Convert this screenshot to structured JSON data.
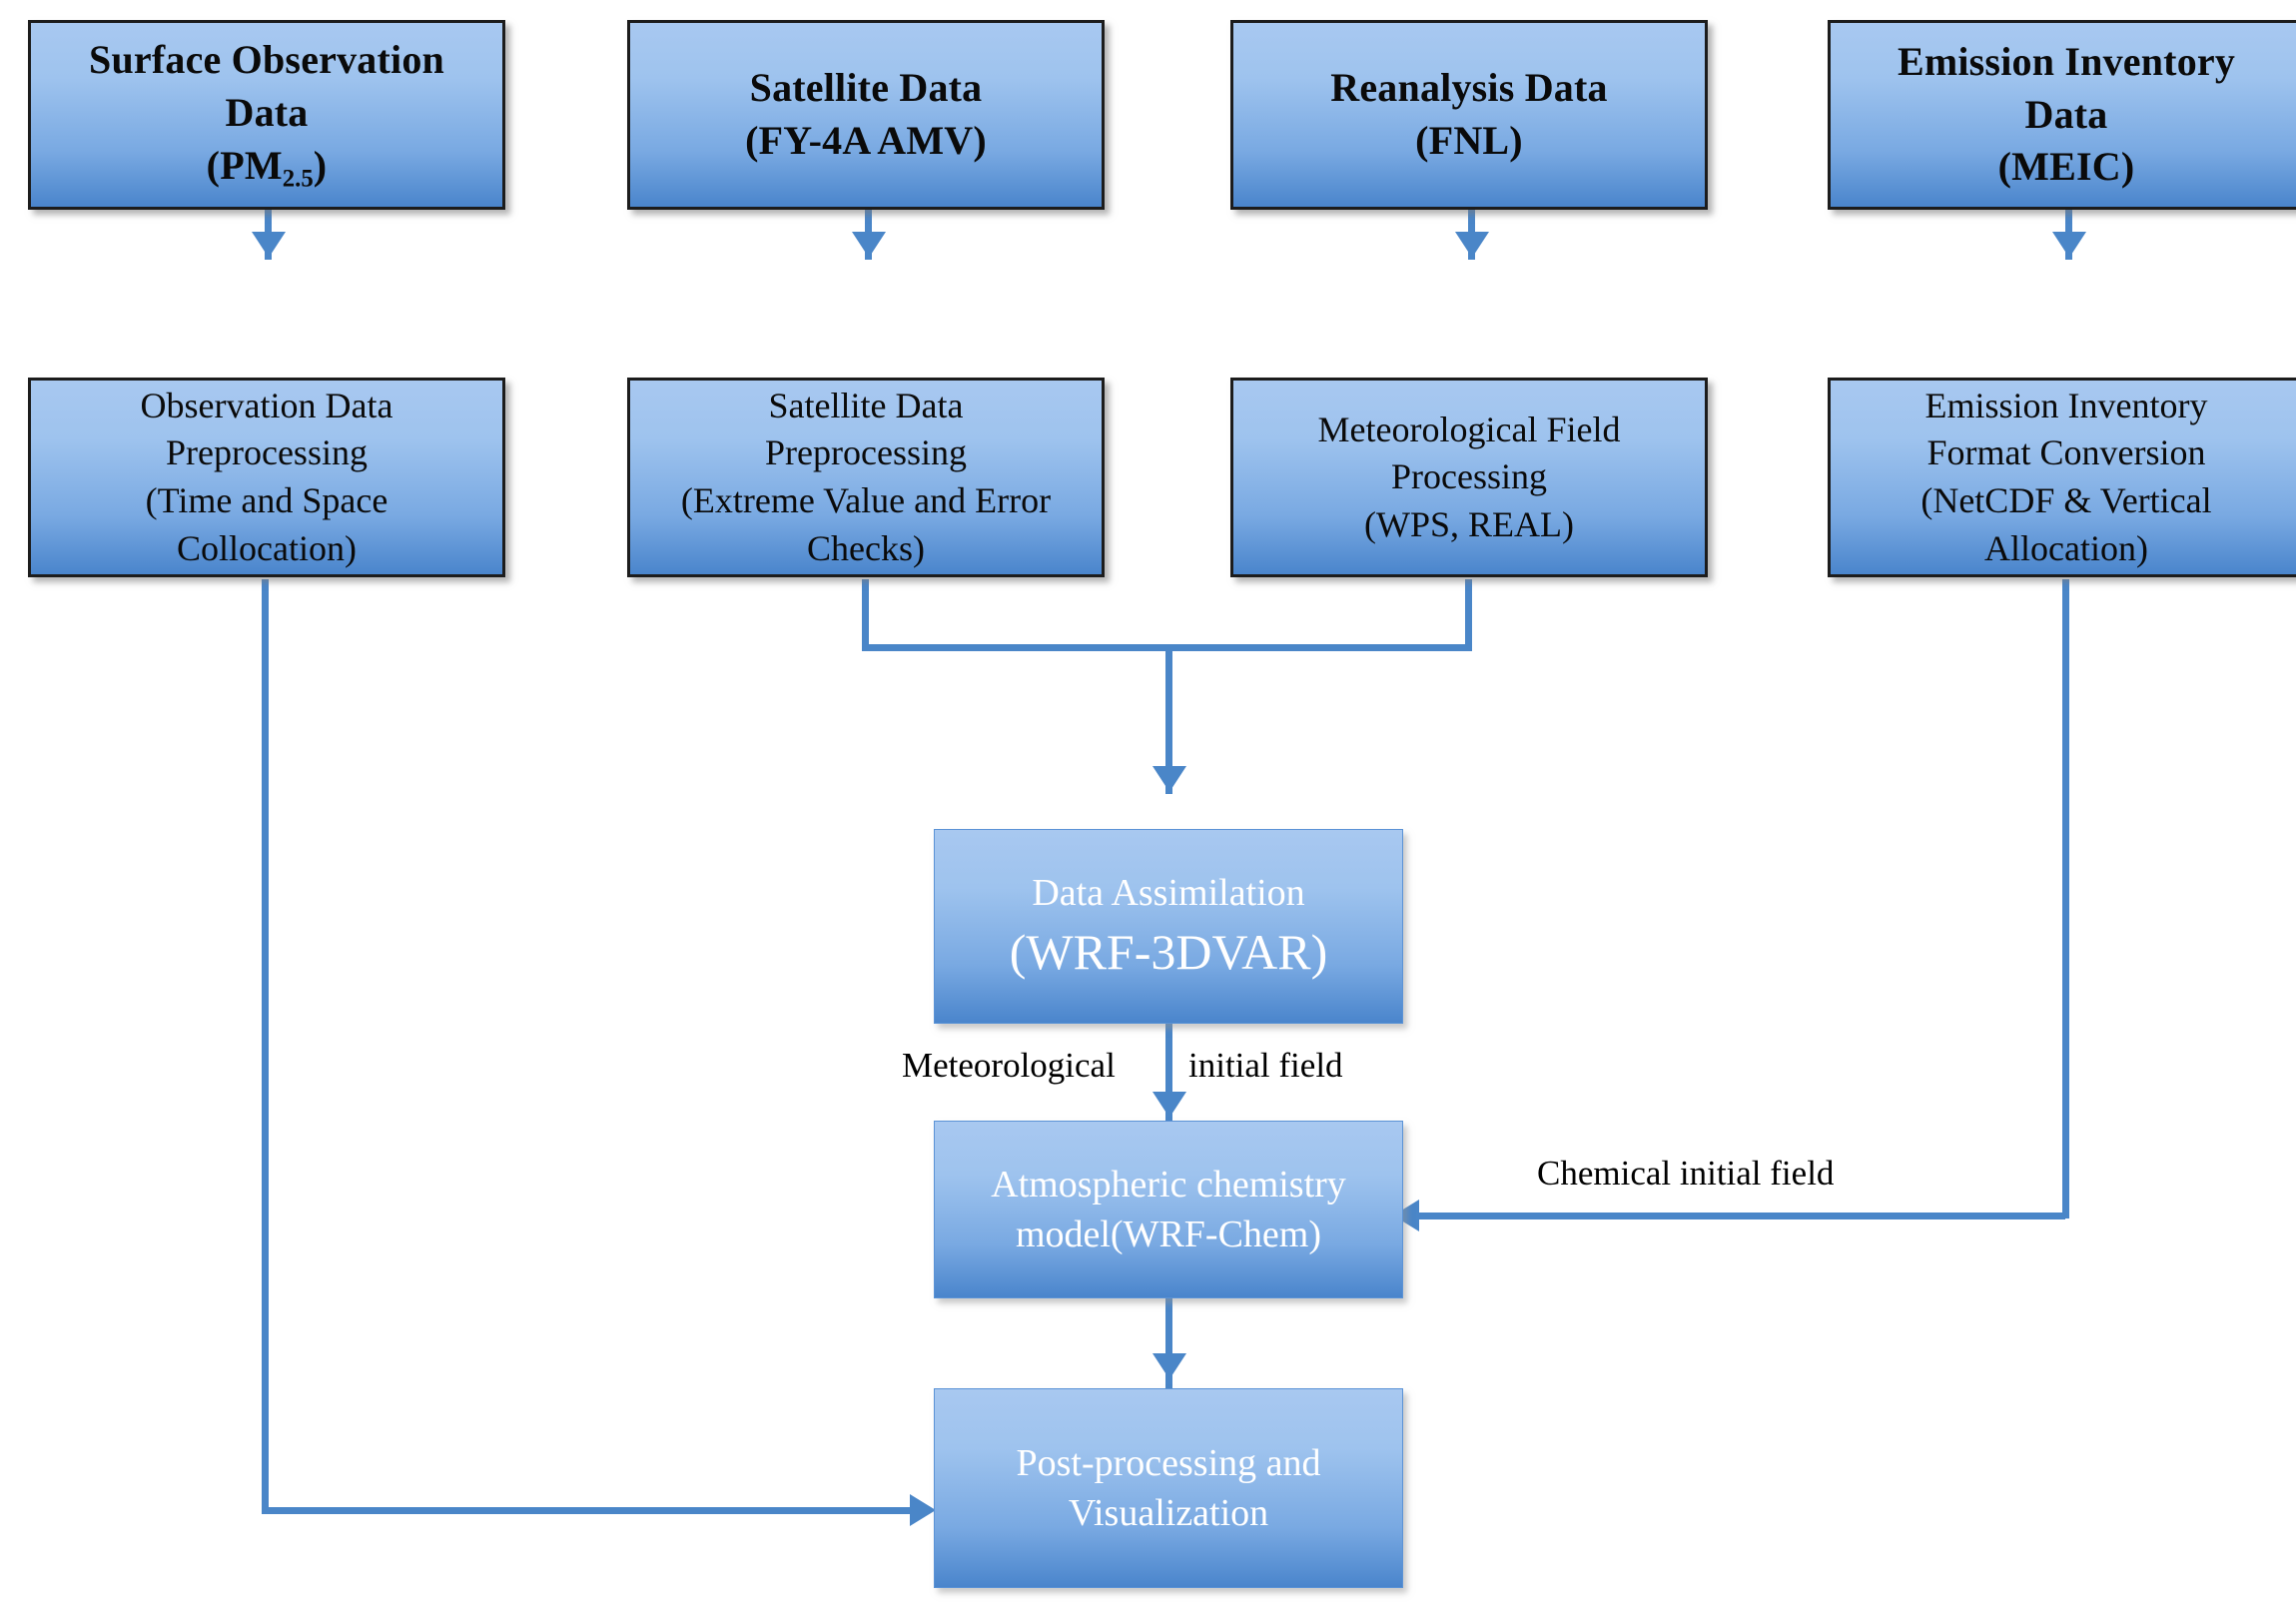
{
  "diagram": {
    "title": "WRF-Chem data assimilation modeling workflow",
    "accent_color": "#4a86c8",
    "box_fill_top": "#a8c8f0",
    "box_fill_bottom": "#4a85cc",
    "source_text_color": "#0a0a0a",
    "core_text_color": "#ffffff"
  },
  "sources": [
    {
      "id": "surface-observation-data",
      "line1": "Surface Observation",
      "line2": "Data",
      "line3_pre": "(PM",
      "line3_sub": "2.5",
      "line3_post": ")"
    },
    {
      "id": "satellite-data",
      "line1": "Satellite Data",
      "line2": "(FY-4A AMV)"
    },
    {
      "id": "reanalysis-data",
      "line1": "Reanalysis Data",
      "line2": "(FNL)"
    },
    {
      "id": "emission-inventory-data",
      "line1": "Emission Inventory",
      "line2": "Data",
      "line3": "(MEIC)"
    }
  ],
  "processing": [
    {
      "id": "observation-data-preprocessing",
      "line1": "Observation Data",
      "line2": "Preprocessing",
      "line3": "(Time and Space",
      "line4": "Collocation)"
    },
    {
      "id": "satellite-data-preprocessing",
      "line1": "Satellite Data",
      "line2": "Preprocessing",
      "line3": "(Extreme Value and Error",
      "line4": "Checks)"
    },
    {
      "id": "meteorological-field-processing",
      "line1": "Meteorological Field",
      "line2": "Processing",
      "line3": "(WPS, REAL)"
    },
    {
      "id": "emission-inventory-format-conversion",
      "line1": "Emission Inventory",
      "line2": "Format Conversion",
      "line3": "(NetCDF & Vertical",
      "line4": "Allocation)"
    }
  ],
  "core": {
    "assimilation": {
      "line1": "Data Assimilation",
      "line2": "(WRF-3DVAR)"
    },
    "chem_model": {
      "line1": "Atmospheric chemistry",
      "line2": "model(WRF-Chem)"
    },
    "postprocess": {
      "line1": "Post-processing and",
      "line2": "Visualization"
    }
  },
  "edge_labels": {
    "meteorological_initial_left": "Meteorological",
    "meteorological_initial_right": "initial field",
    "chemical_initial_field": "Chemical initial field"
  }
}
